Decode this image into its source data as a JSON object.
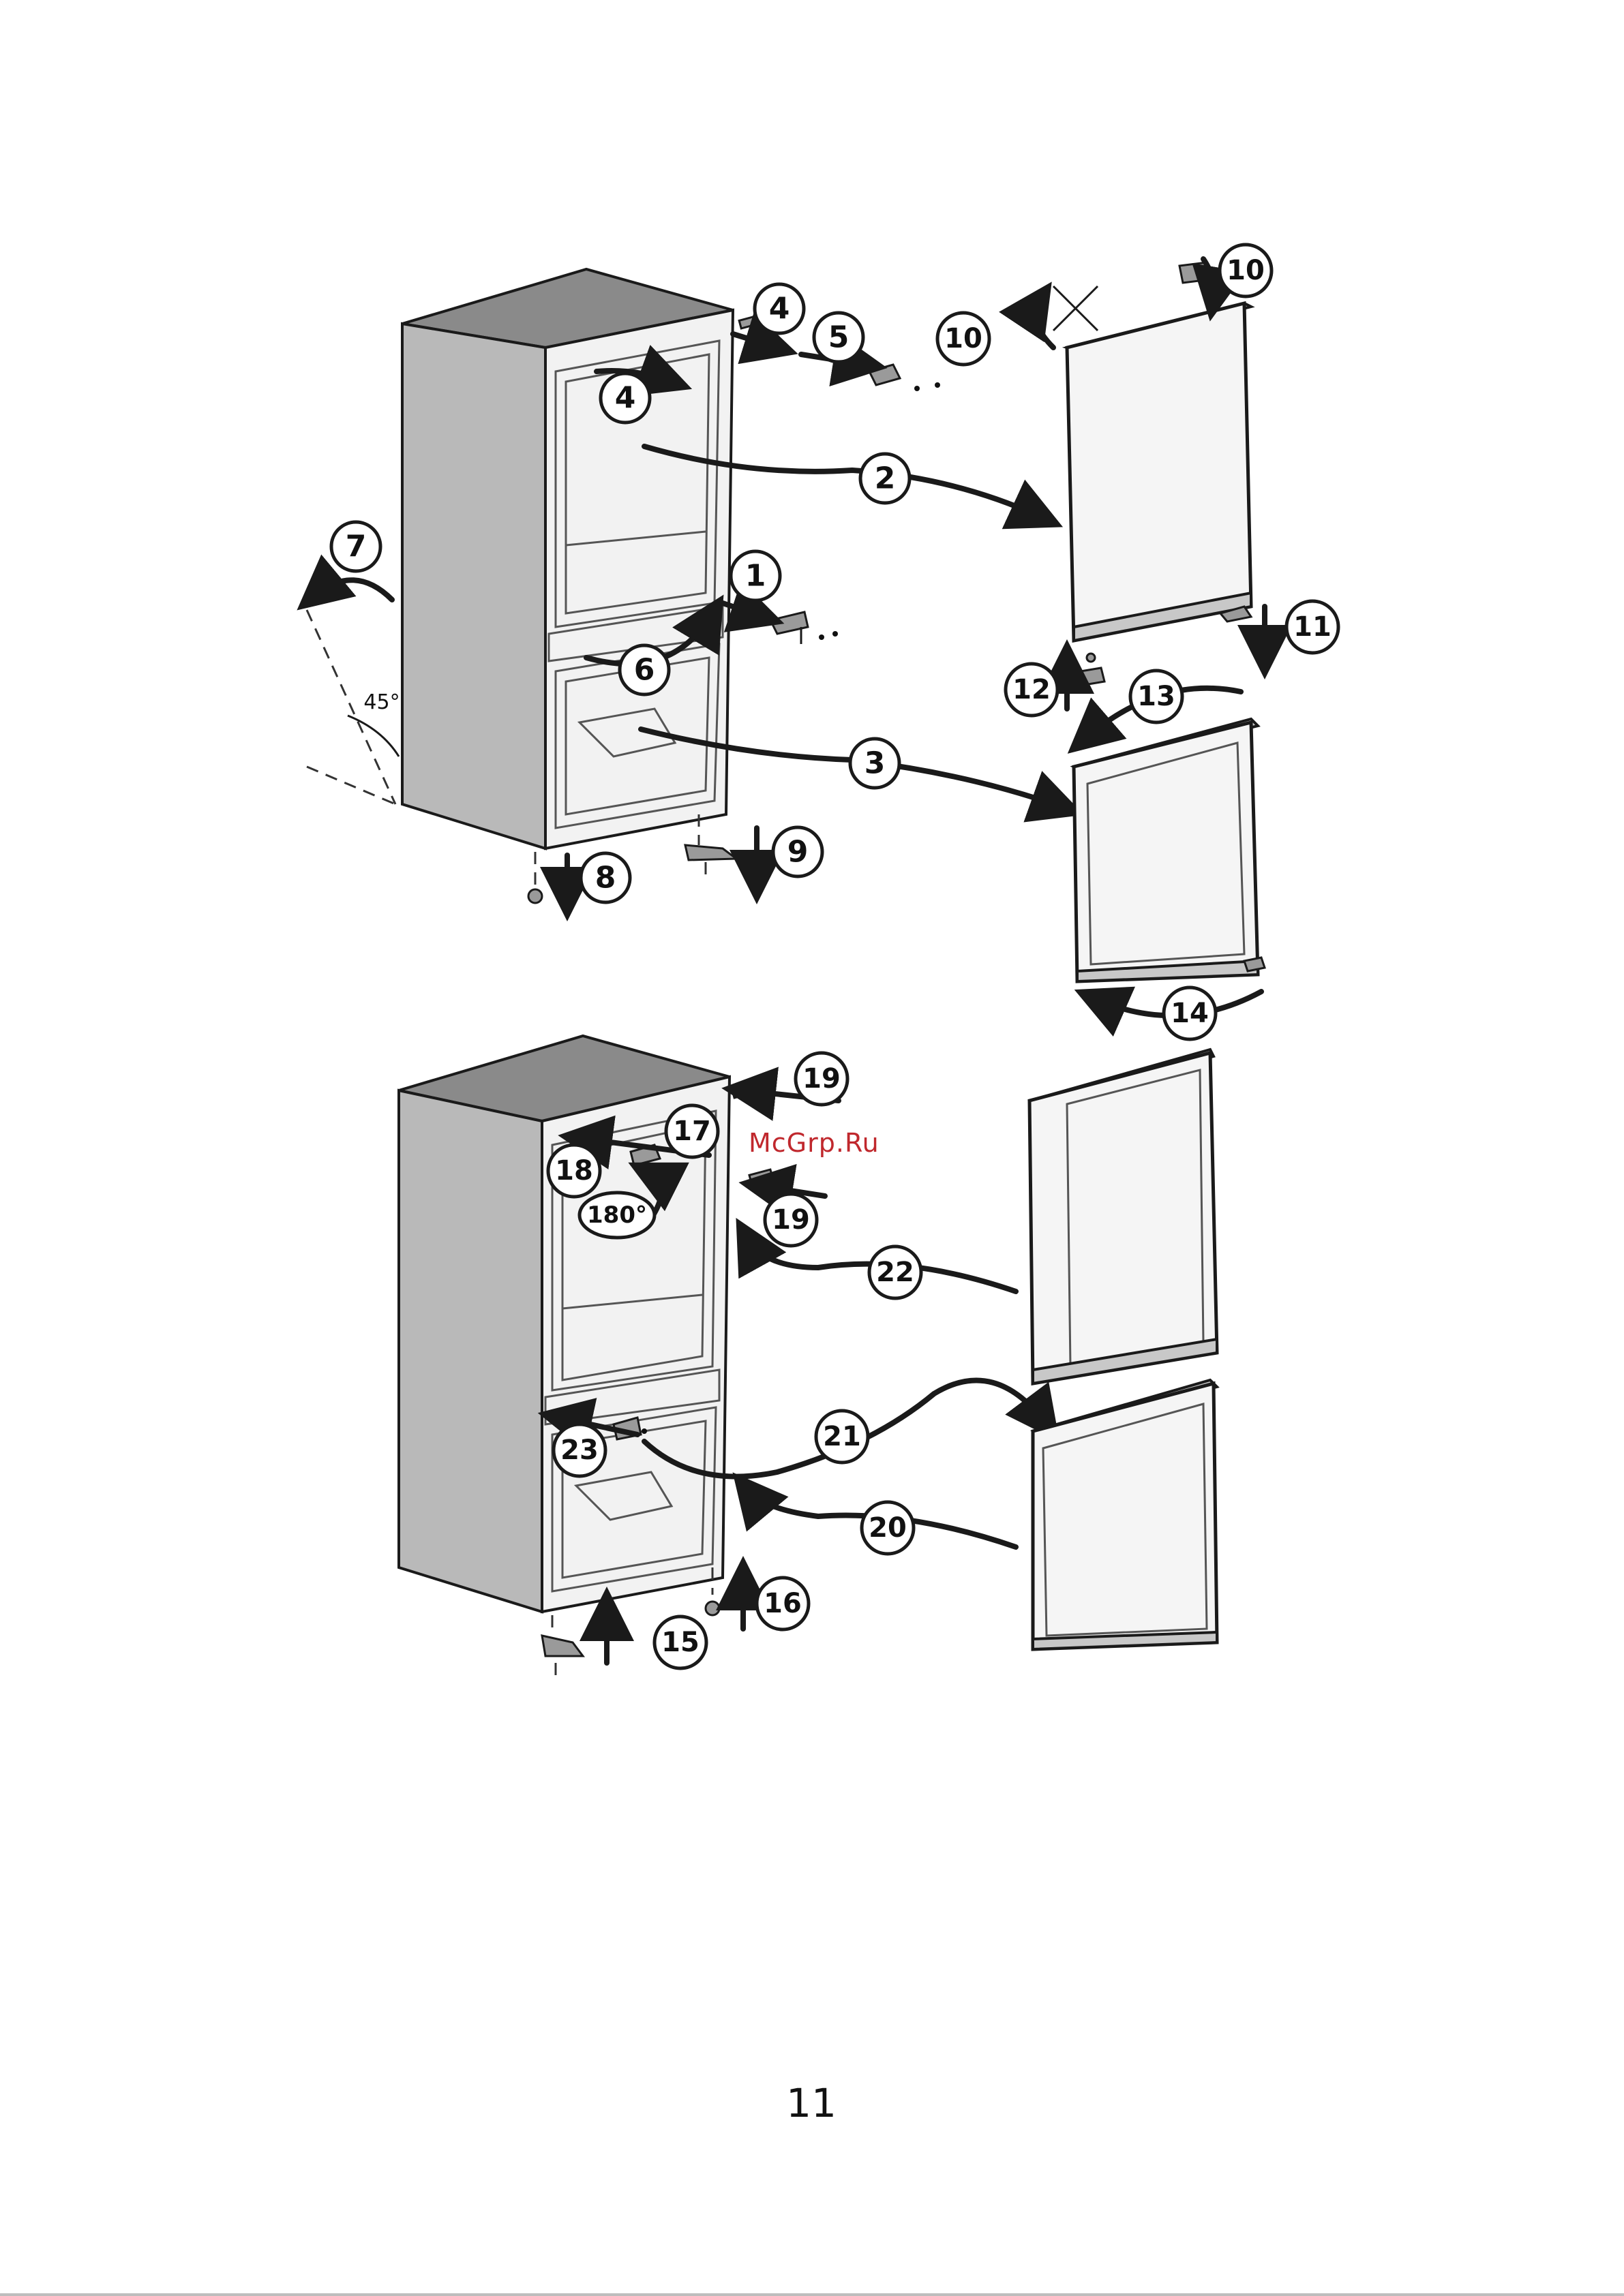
{
  "page_number": "11",
  "watermark": "McGrp.Ru",
  "angle_label": "45°",
  "rotation_label": "180°",
  "callouts_top": [
    "1",
    "2",
    "3",
    "4",
    "4",
    "5",
    "6",
    "7",
    "8",
    "9",
    "10",
    "10",
    "11",
    "12",
    "13",
    "14"
  ],
  "callouts_bottom": [
    "15",
    "16",
    "17",
    "18",
    "19",
    "19",
    "20",
    "21",
    "22",
    "23"
  ]
}
